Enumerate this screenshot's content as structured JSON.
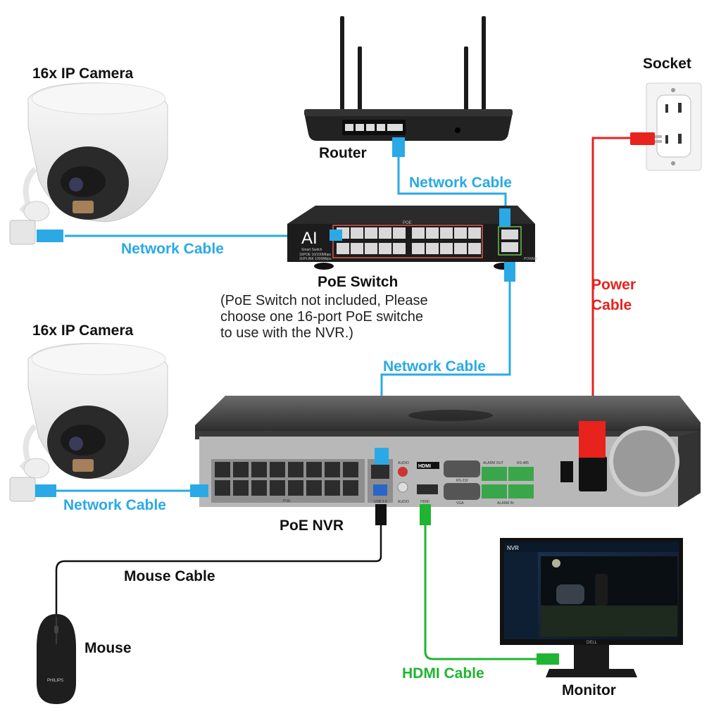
{
  "labels": {
    "camera_top": "16x IP Camera",
    "camera_bottom": "16x IP Camera",
    "router": "Router",
    "socket": "Socket",
    "poe_switch": "PoE Switch",
    "poe_switch_note_1": "(PoE Switch not included,  Please",
    "poe_switch_note_2": "choose one 16-port PoE switche",
    "poe_switch_note_3": "to use with the NVR.)",
    "poe_nvr": "PoE NVR",
    "mouse": "Mouse",
    "monitor": "Monitor"
  },
  "cables": {
    "network_router": "Network Cable",
    "network_camera_top": "Network Cable",
    "network_switch_nvr": "Network Cable",
    "network_camera_bottom": "Network Cable",
    "power_line1": "Power",
    "power_line2": "Cable",
    "mouse": "Mouse Cable",
    "hdmi": "HDMI Cable"
  },
  "device_text": {
    "switch_brand": "AI",
    "switch_sub1": "Smart Switch",
    "switch_sub2": "16POE 10/100Mbps",
    "switch_sub3": "2UPLINK 1000Mbps",
    "switch_poe": "POE",
    "switch_power": "POWER",
    "nvr_poe": "POE",
    "nvr_usb": "USB 3.0",
    "nvr_audio_in": "AUDIO",
    "nvr_audio_out": "AUDIO",
    "nvr_hdmi_logo": "HDMI",
    "nvr_hdmi": "HDMI",
    "nvr_vga": "VGA",
    "nvr_rs232": "RS-232",
    "nvr_alarm_out": "ALARM OUT",
    "nvr_rs485": "RS-485",
    "nvr_alarm_in": "ALARM IN",
    "mouse_brand": "PHILIPS",
    "monitor_brand": "DELL",
    "monitor_app": "NVR"
  },
  "colors": {
    "network": "#2aa9e6",
    "power": "#e8221c",
    "hdmi": "#1fb532",
    "mouse": "#111111"
  },
  "icons": [
    "camera-icon",
    "router-icon",
    "socket-icon",
    "switch-icon",
    "nvr-icon",
    "mouse-icon",
    "monitor-icon"
  ]
}
